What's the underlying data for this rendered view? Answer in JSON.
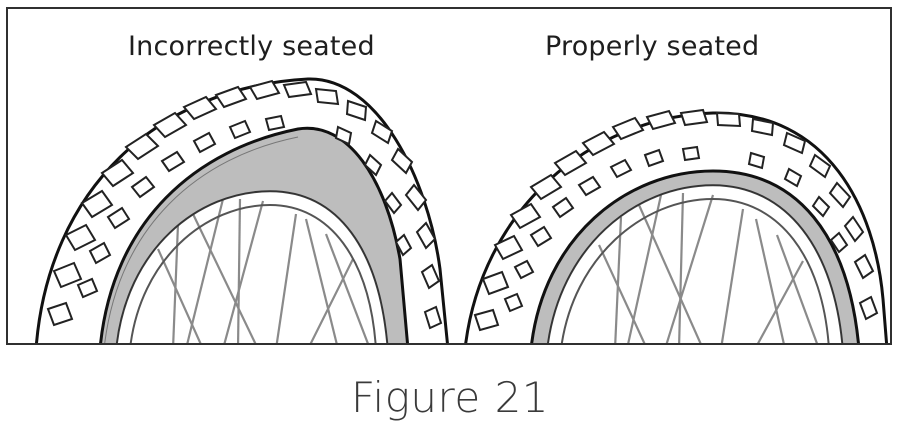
{
  "diagram": {
    "panels": [
      {
        "label": "Incorrectly seated",
        "state": "incorrect",
        "icon": "tire-incorrectly-seated"
      },
      {
        "label": "Properly seated",
        "state": "proper",
        "icon": "tire-properly-seated"
      }
    ],
    "caption": "Figure 21"
  }
}
